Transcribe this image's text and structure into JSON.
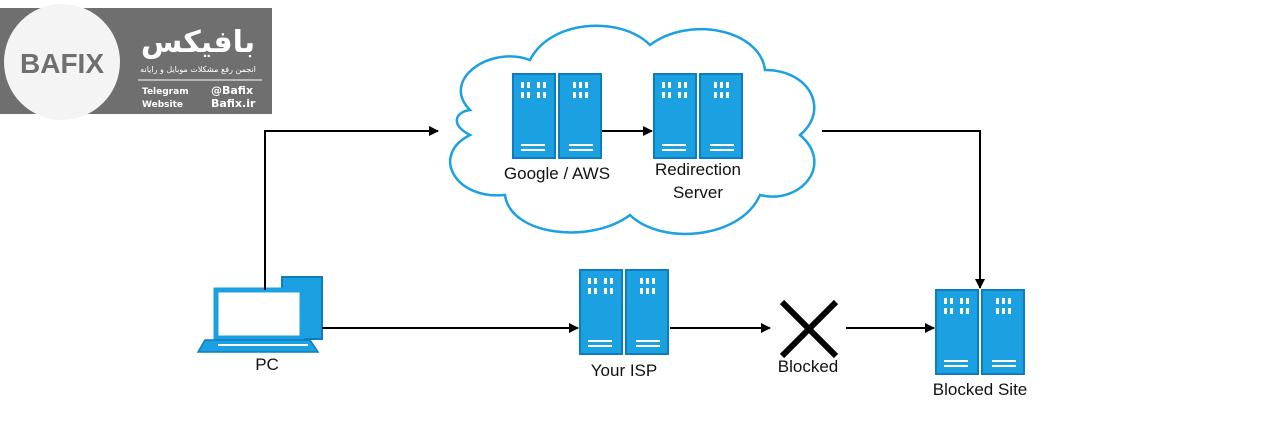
{
  "logo": {
    "brand_latin": "BAFIX",
    "brand_persian": "بافیکس",
    "tagline": "انجمن رفع مشکلات موبایل و رایانه",
    "telegram_label": "Telegram",
    "telegram_value": "@Bafix",
    "website_label": "Website",
    "website_value": "Bafix.ir",
    "colors": {
      "panel": "#6f6f6f",
      "circle": "#f4f4f4"
    }
  },
  "nodes": {
    "pc": "PC",
    "google_aws": "Google / AWS",
    "redirection_line1": "Redirection",
    "redirection_line2": "Server",
    "isp": "Your ISP",
    "blocked": "Blocked",
    "blocked_site": "Blocked Site"
  },
  "icons": {
    "server": "server-icon",
    "pc": "computer-icon",
    "cloud": "cloud-icon",
    "blocked": "x-mark-icon"
  },
  "colors": {
    "server_fill": "#1ba1e2",
    "server_stroke": "#0d7dbf",
    "arrow": "#000000",
    "cloud_stroke": "#1ba1e2"
  }
}
